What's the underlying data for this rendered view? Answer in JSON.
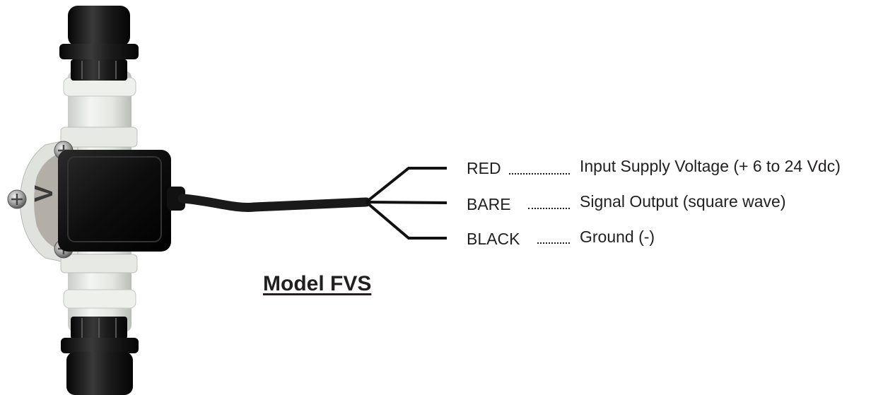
{
  "model_title": "Model FVS",
  "wires": [
    {
      "color_name": "RED",
      "description": "Input Supply Voltage (+ 6 to 24 Vdc)"
    },
    {
      "color_name": "BARE",
      "description": "Signal Output (square wave)"
    },
    {
      "color_name": "BLACK",
      "description": "Ground (-)"
    }
  ],
  "colors": {
    "text": "#231f20",
    "housing": "#e9ece9",
    "caps": "#151515",
    "sensor_box": "#111111",
    "cable": "#1a1a1a"
  }
}
